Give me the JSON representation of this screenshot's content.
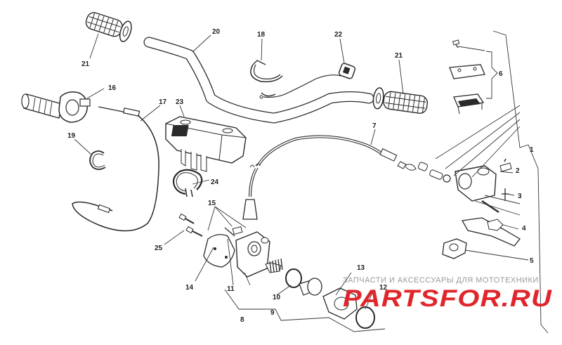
{
  "callouts": {
    "c1": "1",
    "c2": "2",
    "c3": "3",
    "c4": "4",
    "c5": "5",
    "c6": "6",
    "c7": "7",
    "c8": "8",
    "c9": "9",
    "c10": "10",
    "c11": "11",
    "c12": "12",
    "c13": "13",
    "c14": "14",
    "c15": "15",
    "c16": "16",
    "c17": "17",
    "c18": "18",
    "c19": "19",
    "c20": "20",
    "c21a": "21",
    "c21b": "21",
    "c22": "22",
    "c23": "23",
    "c24": "24",
    "c25": "25"
  },
  "watermark": {
    "caption": "ЗАПЧАСТИ И АКСЕССУАРЫ ДЛЯ МОТОТЕХНИКИ",
    "brand": "PARTSFOR.RU",
    "caption_color": "#9a9a9a",
    "brand_color": "#e0262b"
  }
}
